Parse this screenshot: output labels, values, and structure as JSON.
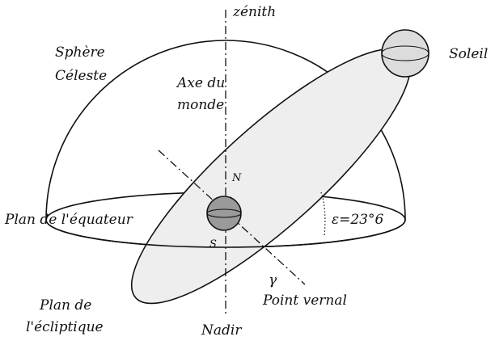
{
  "labels": {
    "zenith": "zénith",
    "sphere_line1": "Sphère",
    "sphere_line2": "Céleste",
    "axis_line1": "Axe du",
    "axis_line2": "monde",
    "sun": "Soleil",
    "north": "N",
    "south": "S",
    "equator_plane": "Plan de l'équateur",
    "obliquity": "ε=23°6",
    "gamma": "γ",
    "vernal_point": "Point vernal",
    "ecliptic_line1": "Plan de",
    "ecliptic_line2": "l'écliptique",
    "nadir": "Nadir"
  },
  "colors": {
    "stroke": "#111111",
    "ecliptic_fill": "#eeeeee",
    "earth_fill": "#9a9a9a",
    "sun_fill": "#dcdcdc"
  }
}
